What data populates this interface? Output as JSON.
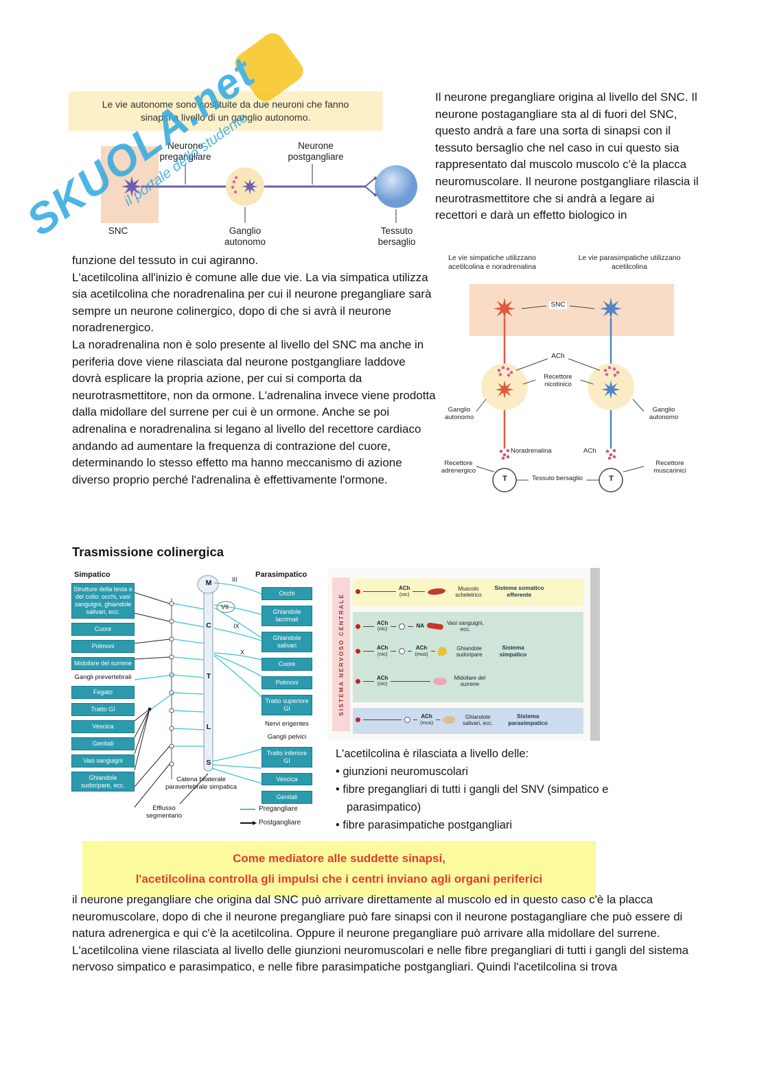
{
  "watermark": {
    "brand": "SKUOLA.net",
    "tagline": "il portale dello studente"
  },
  "diagram_due_neuroni": {
    "caption": "Le vie autonome sono costituite da due neuroni che fanno sinapsi a livello di un ganglio autonomo.",
    "neurone_pregangliare": "Neurone pregangliare",
    "neurone_postgangliare": "Neurone postgangliare",
    "snc": "SNC",
    "ganglio_autonomo": "Ganglio autonomo",
    "tessuto_bersaglio": "Tessuto bersaglio"
  },
  "paragrafo_destra": "Il neurone pregangliare origina al livello del SNC. Il neurone postagangliare sta al di fuori del SNC, questo andrà a fare una sorta di sinapsi con il tessuto bersaglio che nel caso in cui questo sia rappresentato dal muscolo muscolo c'è la placca neuromuscolare. Il neurone postgangliare rilascia il neurotrasmettitore che si andrà a legare ai recettori e darà un effetto biologico in",
  "paragrafo_sinistra": [
    "funzione del tessuto in cui agiranno.",
    "L'acetilcolina all'inizio è comune alle due vie. La via simpatica utilizza sia acetilcolina che noradrenalina per cui il neurone pregangliare sarà sempre un neurone colinergico, dopo di che si avrà il neurone noradrenergico.",
    "La noradrenalina non è solo presente al livello del SNC ma anche in periferia dove viene rilasciata dal neurone postgangliare laddove dovrà esplicare la propria azione, per cui si comporta da neurotrasmettitore, non da ormone. L'adrenalina invece viene prodotta dalla midollare del surrene per cui è un ormone. Anche se poi adrenalina e noradrenalina si legano al livello del recettore cardiaco andando ad aumentare la frequenza di contrazione del cuore, determinando lo stesso effetto ma hanno meccanismo di azione diverso proprio perché l'adrenalina è effettivamente l'ormone."
  ],
  "diagram_vie": {
    "titolo_simpatiche": "Le vie simpatiche utilizzano acetilcolina e noradrenalina",
    "titolo_parasimpatiche": "Le vie parasimpatiche utilizzano acetilcolina",
    "snc": "SNC",
    "ach_1": "ACh",
    "recettore_nicotinico": "Recettore nicotinico",
    "ganglio_autonomo_sx": "Ganglio autonomo",
    "ganglio_autonomo_dx": "Ganglio autonomo",
    "noradrenalina": "Noradrenalina",
    "ach_2": "ACh",
    "recettore_adrenergico": "Recettore adrenergico",
    "recettore_muscarinico": "Recettore muscarinici",
    "t_sx": "T",
    "t_dx": "T",
    "tessuto_bersaglio": "Tessuto bersaglio"
  },
  "titolo_sezione": "Trasmissione colinergica",
  "diagram_efferenze": {
    "simpatico": "Simpatico",
    "parasimpatico": "Parasimpatico",
    "organi_sx": [
      "Strutture della testa e del collo: occhi, vasi sanguigni, ghiandole salivari, ecc.",
      "Cuore",
      "Polmoni",
      "Midollare del surrene",
      "Fegato",
      "Tratto GI",
      "Vescica",
      "Genitali",
      "Vasi sanguigni",
      "Ghiandole sudoripare, ecc."
    ],
    "gangli_prevertebrali": "Gangli prevertebrali",
    "efflusso_segmentario": "Efflusso segmentario",
    "catena": "Catena bilaterale paravertebrale simpatica",
    "midollo": [
      "M",
      "C",
      "T",
      "L",
      "S"
    ],
    "nervi_cranici": [
      "III",
      "VII",
      "IX",
      "X"
    ],
    "organi_dx": [
      "Occhi",
      "Ghiandole lacrimali",
      "Ghiandole salivari",
      "Cuore",
      "Polmoni",
      "Tratto superiore GI",
      "Tratto inferiore GI",
      "Vescica",
      "Genitali"
    ],
    "nervi_erigentes": "Nervi erigentes",
    "gangli_pelvici": "Gangli pelvici",
    "legenda_pre": "Pregangliare",
    "legenda_post": "Postgangliare"
  },
  "diagram_snc": {
    "banda_verticale": "SISTEMA NERVOSO CENTRALE",
    "righe": [
      {
        "n1": "ACh",
        "n1s": "(nic)",
        "organo": "Muscolo scheletrico",
        "sistema": "Sistema somatico efferente",
        "icona": "skeletal-muscle-icon"
      },
      {
        "n1": "ACh",
        "n1s": "(nic)",
        "n2": "NA",
        "organo": "Vasi sanguigni, ecc.",
        "icona": "blood-vessel-icon"
      },
      {
        "n1": "ACh",
        "n1s": "(nic)",
        "n2": "ACh",
        "n2s": "(mus)",
        "organo": "Ghiandole sudoripare",
        "sistema": "Sistema simpatico",
        "icona": "sweat-gland-icon"
      },
      {
        "n1": "ACh",
        "n1s": "(nic)",
        "organo": "Midollare del surrene",
        "icona": "adrenal-medulla-icon"
      },
      {
        "n1": "ACh",
        "n1s": "(mus)",
        "organo": "Ghiandole salivari, ecc.",
        "sistema": "Sistema parasimpatico",
        "icona": "salivary-gland-icon"
      }
    ]
  },
  "lista_ach": {
    "intro": "L'acetilcolina è rilasciata a livello delle:",
    "voci": [
      "• giunzioni neuromuscolari",
      "• fibre pregangliari di tutti i gangli del SNV (simpatico e parasimpatico)",
      "• fibre parasimpatiche postgangliari"
    ]
  },
  "riquadro_giallo": {
    "riga1": "Come mediatore alle suddette sinapsi,",
    "riga2": "l'acetilcolina controlla gli impulsi che i centri inviano agli organi periferici"
  },
  "paragrafo_finale": "il neurone pregangliare che origina dal SNC può arrivare direttamente al muscolo ed in questo caso c'è la placca neuromuscolare, dopo di che il neurone pregangliare può fare sinapsi con il neurone postagangliare che può essere di natura adrenergica e qui c'è la acetilcolina.  Oppure il neurone pregangliare può arrivare alla midollare del surrene. L'acetilcolina viene rilasciata al livello delle giunzioni neuromuscolari e nelle fibre pregangliari di tutti i gangli del sistema nervoso simpatico e parasimpatico, e nelle fibre parasimpatiche postgangliari. Quindi l'acetilcolina si trova"
}
